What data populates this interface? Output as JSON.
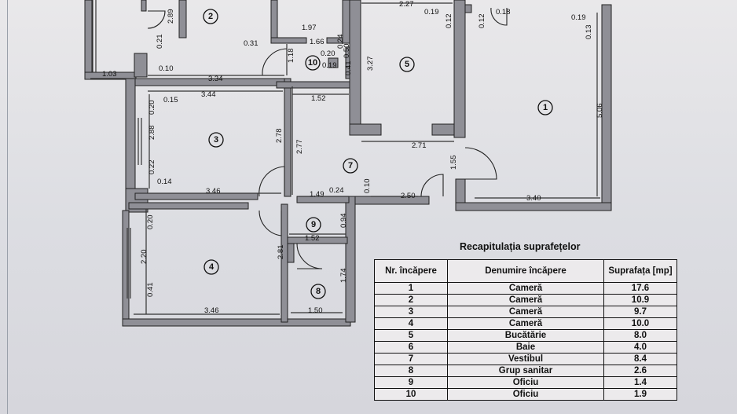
{
  "rooms": [
    "1",
    "2",
    "3",
    "4",
    "5",
    "7",
    "8",
    "9",
    "10"
  ],
  "dimensions": {
    "d_2_89": "2.89",
    "d_0_21": "0.21",
    "d_0_10": "0.10",
    "d_1_03": "1.03",
    "d_3_34": "3.34",
    "d_1_97": "1.97",
    "d_1_66": "1.66",
    "d_0_31": "0.31",
    "d_1_18": "1.18",
    "d_0_20": "0.20",
    "d_0_19": "0.19",
    "d_0_50": "0.50",
    "d_0_24": "0.24",
    "d_0_41": "0.41",
    "d_3_27": "3.27",
    "d_2_27": "2.27",
    "d_0_19b": "0.19",
    "d_0_12a": "0.12",
    "d_0_12b": "0.12",
    "d_0_18": "0.18",
    "d_0_19c": "0.19",
    "d_0_13": "0.13",
    "d_5_06": "5.06",
    "d_0_15": "0.15",
    "d_3_44": "3.44",
    "d_1_52": "1.52",
    "d_0_20b": "0.20",
    "d_2_88": "2.88",
    "d_2_78": "2.78",
    "d_2_77": "2.77",
    "d_0_22": "0.22",
    "d_0_14": "0.14",
    "d_3_46": "3.46",
    "d_1_49": "1.49",
    "d_0_24b": "0.24",
    "d_0_10b": "0.10",
    "d_2_50": "2.50",
    "d_2_71": "2.71",
    "d_1_55": "1.55",
    "d_3_40": "3.40",
    "d_0_94": "0.94",
    "d_1_52b": "1.52",
    "d_0_20c": "0.20",
    "d_2_20": "2.20",
    "d_0_41b": "0.41",
    "d_2_81": "2.81",
    "d_1_74": "1.74",
    "d_3_46b": "3.46",
    "d_1_50": "1.50"
  },
  "table": {
    "title": "Recapitulația suprafețelor",
    "headers": [
      "Nr. încăpere",
      "Denumire încăpere",
      "Suprafața [mp]"
    ],
    "rows": [
      [
        "1",
        "Cameră",
        "17.6"
      ],
      [
        "2",
        "Cameră",
        "10.9"
      ],
      [
        "3",
        "Cameră",
        "9.7"
      ],
      [
        "4",
        "Cameră",
        "10.0"
      ],
      [
        "5",
        "Bucătărie",
        "8.0"
      ],
      [
        "6",
        "Baie",
        "4.0"
      ],
      [
        "7",
        "Vestibul",
        "8.4"
      ],
      [
        "8",
        "Grup sanitar",
        "2.6"
      ],
      [
        "9",
        "Oficiu",
        "1.4"
      ],
      [
        "10",
        "Oficiu",
        "1.9"
      ]
    ]
  }
}
